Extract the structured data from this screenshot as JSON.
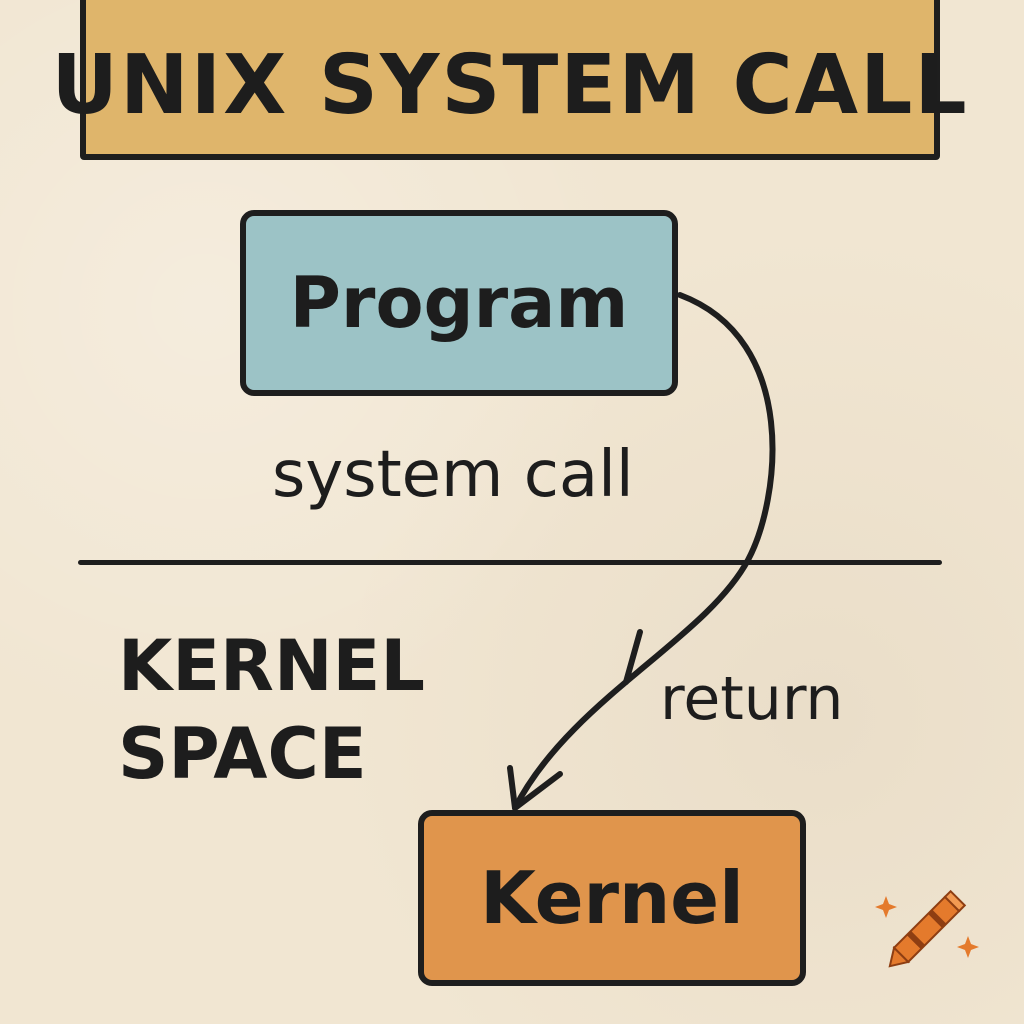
{
  "diagram": {
    "title": "UNIX SYSTEM CALL",
    "nodes": {
      "program": "Program",
      "kernel": "Kernel"
    },
    "labels": {
      "system_call": "system call",
      "kernel_space": "KERNEL\nSPACE",
      "return": "return"
    }
  },
  "colors": {
    "background": "#f1e6d2",
    "title_fill": "#dfb56b",
    "program_fill": "#9cc3c6",
    "kernel_fill": "#e0954c",
    "ink": "#1e1e1e",
    "crayon": "#e47a2c"
  },
  "icons": {
    "watermark": "crayon-icon"
  }
}
